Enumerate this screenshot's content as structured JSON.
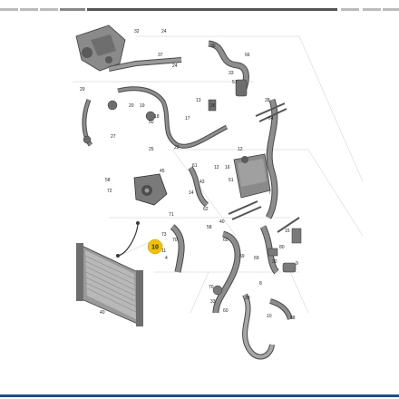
{
  "colors": {
    "part_fill": "#8a8a8a",
    "part_dark": "#4a4a4a",
    "radiator": "#9a9a9a",
    "leader_line": "#9aa0a8",
    "callout_fill": "#f2c200",
    "bottom_rule": "#1f4e8c"
  },
  "highlighted_part": "10",
  "labels": [
    "32",
    "24",
    "37",
    "24",
    "35",
    "66",
    "33",
    "57",
    "29",
    "20",
    "19",
    "13",
    "26",
    "18",
    "50",
    "17",
    "27",
    "25",
    "28",
    "64",
    "22",
    "61",
    "12",
    "16",
    "51",
    "12",
    "58",
    "72",
    "45",
    "14",
    "43",
    "71",
    "62",
    "70",
    "73",
    "7",
    "15",
    "58",
    "40",
    "60",
    "11",
    "4",
    "69",
    "30",
    "68",
    "59",
    "9",
    "70",
    "33",
    "8",
    "39",
    "60",
    "10",
    "40",
    "80"
  ]
}
